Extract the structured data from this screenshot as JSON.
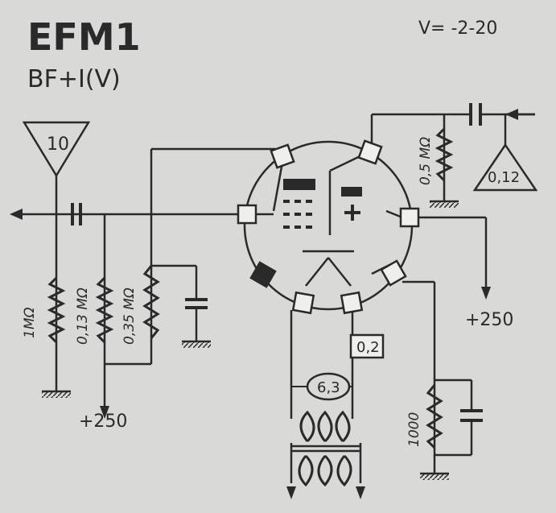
{
  "header": {
    "title": "EFM1",
    "subtitle": "BF+I(V)",
    "voltage_spec": "V= -2-20"
  },
  "labels": {
    "input_gain": "10",
    "output_gain": "0,12",
    "heater_voltage": "6,3",
    "heater_current": "0,2",
    "supply_left": "+250",
    "supply_right": "+250"
  },
  "resistors": {
    "r_grid": "1MΩ",
    "r_013": "0,13 MΩ",
    "r_035": "0,35 MΩ",
    "r_plate": "0,5 MΩ",
    "r_cathode": "1000"
  },
  "colors": {
    "paper": "#d9d9d7",
    "ink": "#2a2a2a"
  }
}
